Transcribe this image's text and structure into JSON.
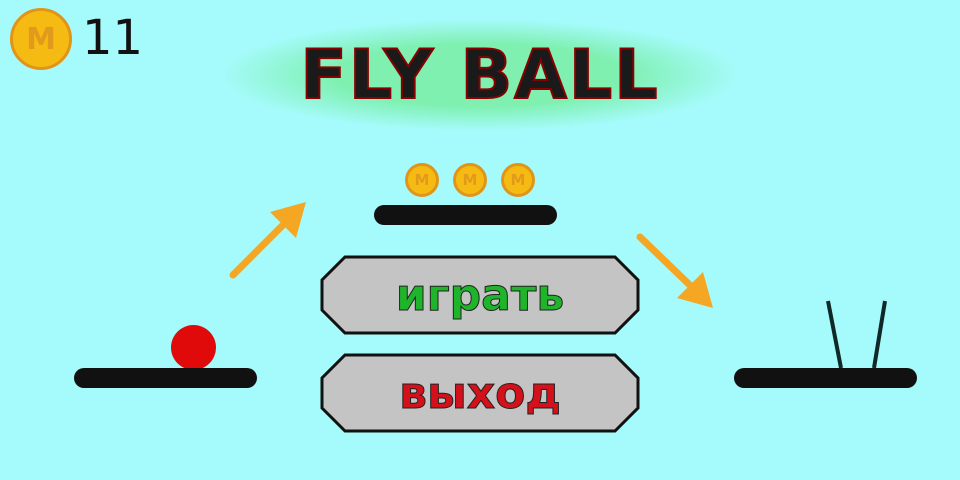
{
  "hud": {
    "coin_label": "M",
    "coins": "11"
  },
  "title": "FLY BALL",
  "coins_row": [
    "M",
    "M",
    "M"
  ],
  "menu": {
    "play": "играть",
    "exit": "выход"
  },
  "colors": {
    "bg": "#a5fbfb",
    "play": "#1fb52a",
    "exit": "#d4101a",
    "ball": "#e00a0a",
    "arrow": "#f5a623"
  }
}
